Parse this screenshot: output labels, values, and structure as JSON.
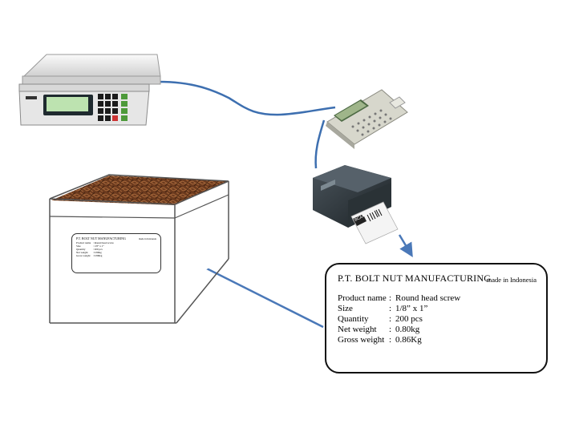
{
  "label": {
    "company": "P.T. BOLT NUT MANUFACTURING",
    "origin": "made in Indonesia",
    "fields": [
      {
        "key": "Product name",
        "sep": ":",
        "value": "Round head screw"
      },
      {
        "key": "Size",
        "sep": ":",
        "value": "1/8” x 1”"
      },
      {
        "key": "Quantity",
        "sep": ":",
        "value": "200 pcs"
      },
      {
        "key": "Net weight",
        "sep": ":",
        "value": "0.80kg"
      },
      {
        "key": "Gross weight",
        "sep": ":",
        "value": "0.86Kg"
      }
    ]
  },
  "printer_tag": "BCA",
  "colors": {
    "arrow": "#4a78b8",
    "cable": "#3d6fb0",
    "scale_body": "#e6e6e6",
    "scale_display": "#bde3b0",
    "printer_body": "#2c3338",
    "box_top": "#6b3a1e"
  },
  "icons": [
    "weighing-scale-icon",
    "keyboard-terminal-icon",
    "label-printer-icon",
    "cardboard-box-icon",
    "screw-icon",
    "barcode-icon"
  ]
}
